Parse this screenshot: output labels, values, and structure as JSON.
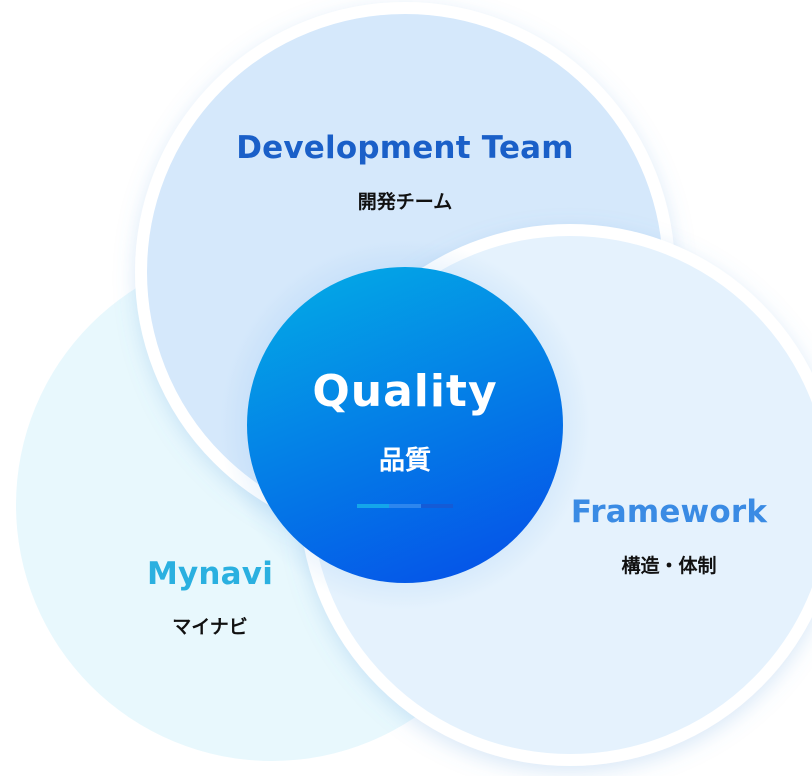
{
  "diagram": {
    "center": {
      "title": "Quality",
      "subtitle": "品質"
    },
    "circles": [
      {
        "key": "development",
        "title": "Development Team",
        "subtitle": "開発チーム",
        "color": "#d5e8fb"
      },
      {
        "key": "framework",
        "title": "Framework",
        "subtitle": "構造・体制",
        "color": "#e5f2fd"
      },
      {
        "key": "mynavi",
        "title": "Mynavi",
        "subtitle": "マイナビ",
        "color": "#e8f8fd"
      }
    ],
    "colors": {
      "title_development": "#1a5fc8",
      "title_framework": "#3a8be4",
      "title_mynavi": "#2ab0e0",
      "center_top": "#03a6e6",
      "center_bottom": "#0554e8"
    }
  }
}
